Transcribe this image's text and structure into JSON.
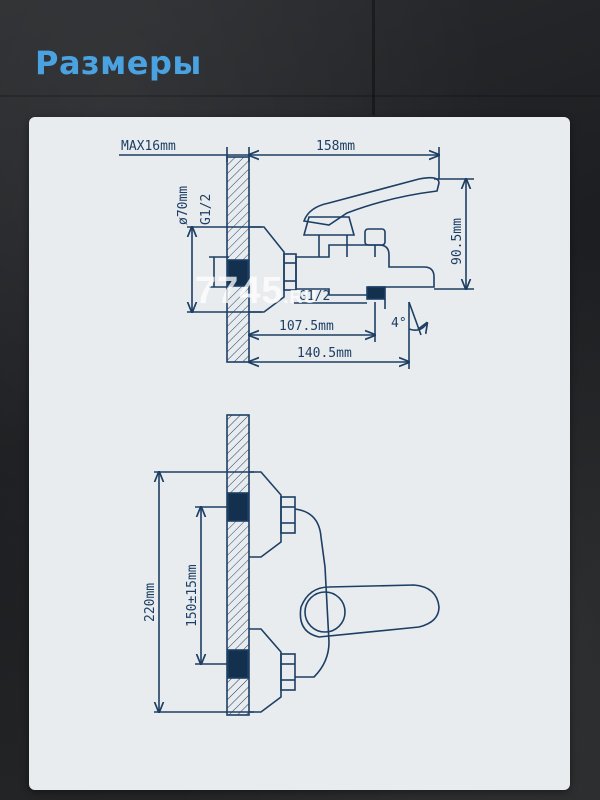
{
  "page": {
    "title": "Размеры"
  },
  "watermark": {
    "brand": "7745",
    "suffix": ".RU"
  },
  "diagram": {
    "labels": {
      "max_thickness": "MAX16mm",
      "width_total": "158mm",
      "diameter": "ø70mm",
      "thread_left": "G1/2",
      "height_spout": "90.5mm",
      "thread_spout": "G1/2",
      "angle": "4°",
      "spout_offset": "107.5mm",
      "total_depth": "140.5mm",
      "height_total": "220mm",
      "axis_distance": "150±15mm"
    },
    "colors": {
      "line": "#1d3f63",
      "wall_fill": "#9aa6b2",
      "connector_fill": "#13314f",
      "panel": "#e9ecef",
      "title": "#4aa3e0"
    }
  }
}
